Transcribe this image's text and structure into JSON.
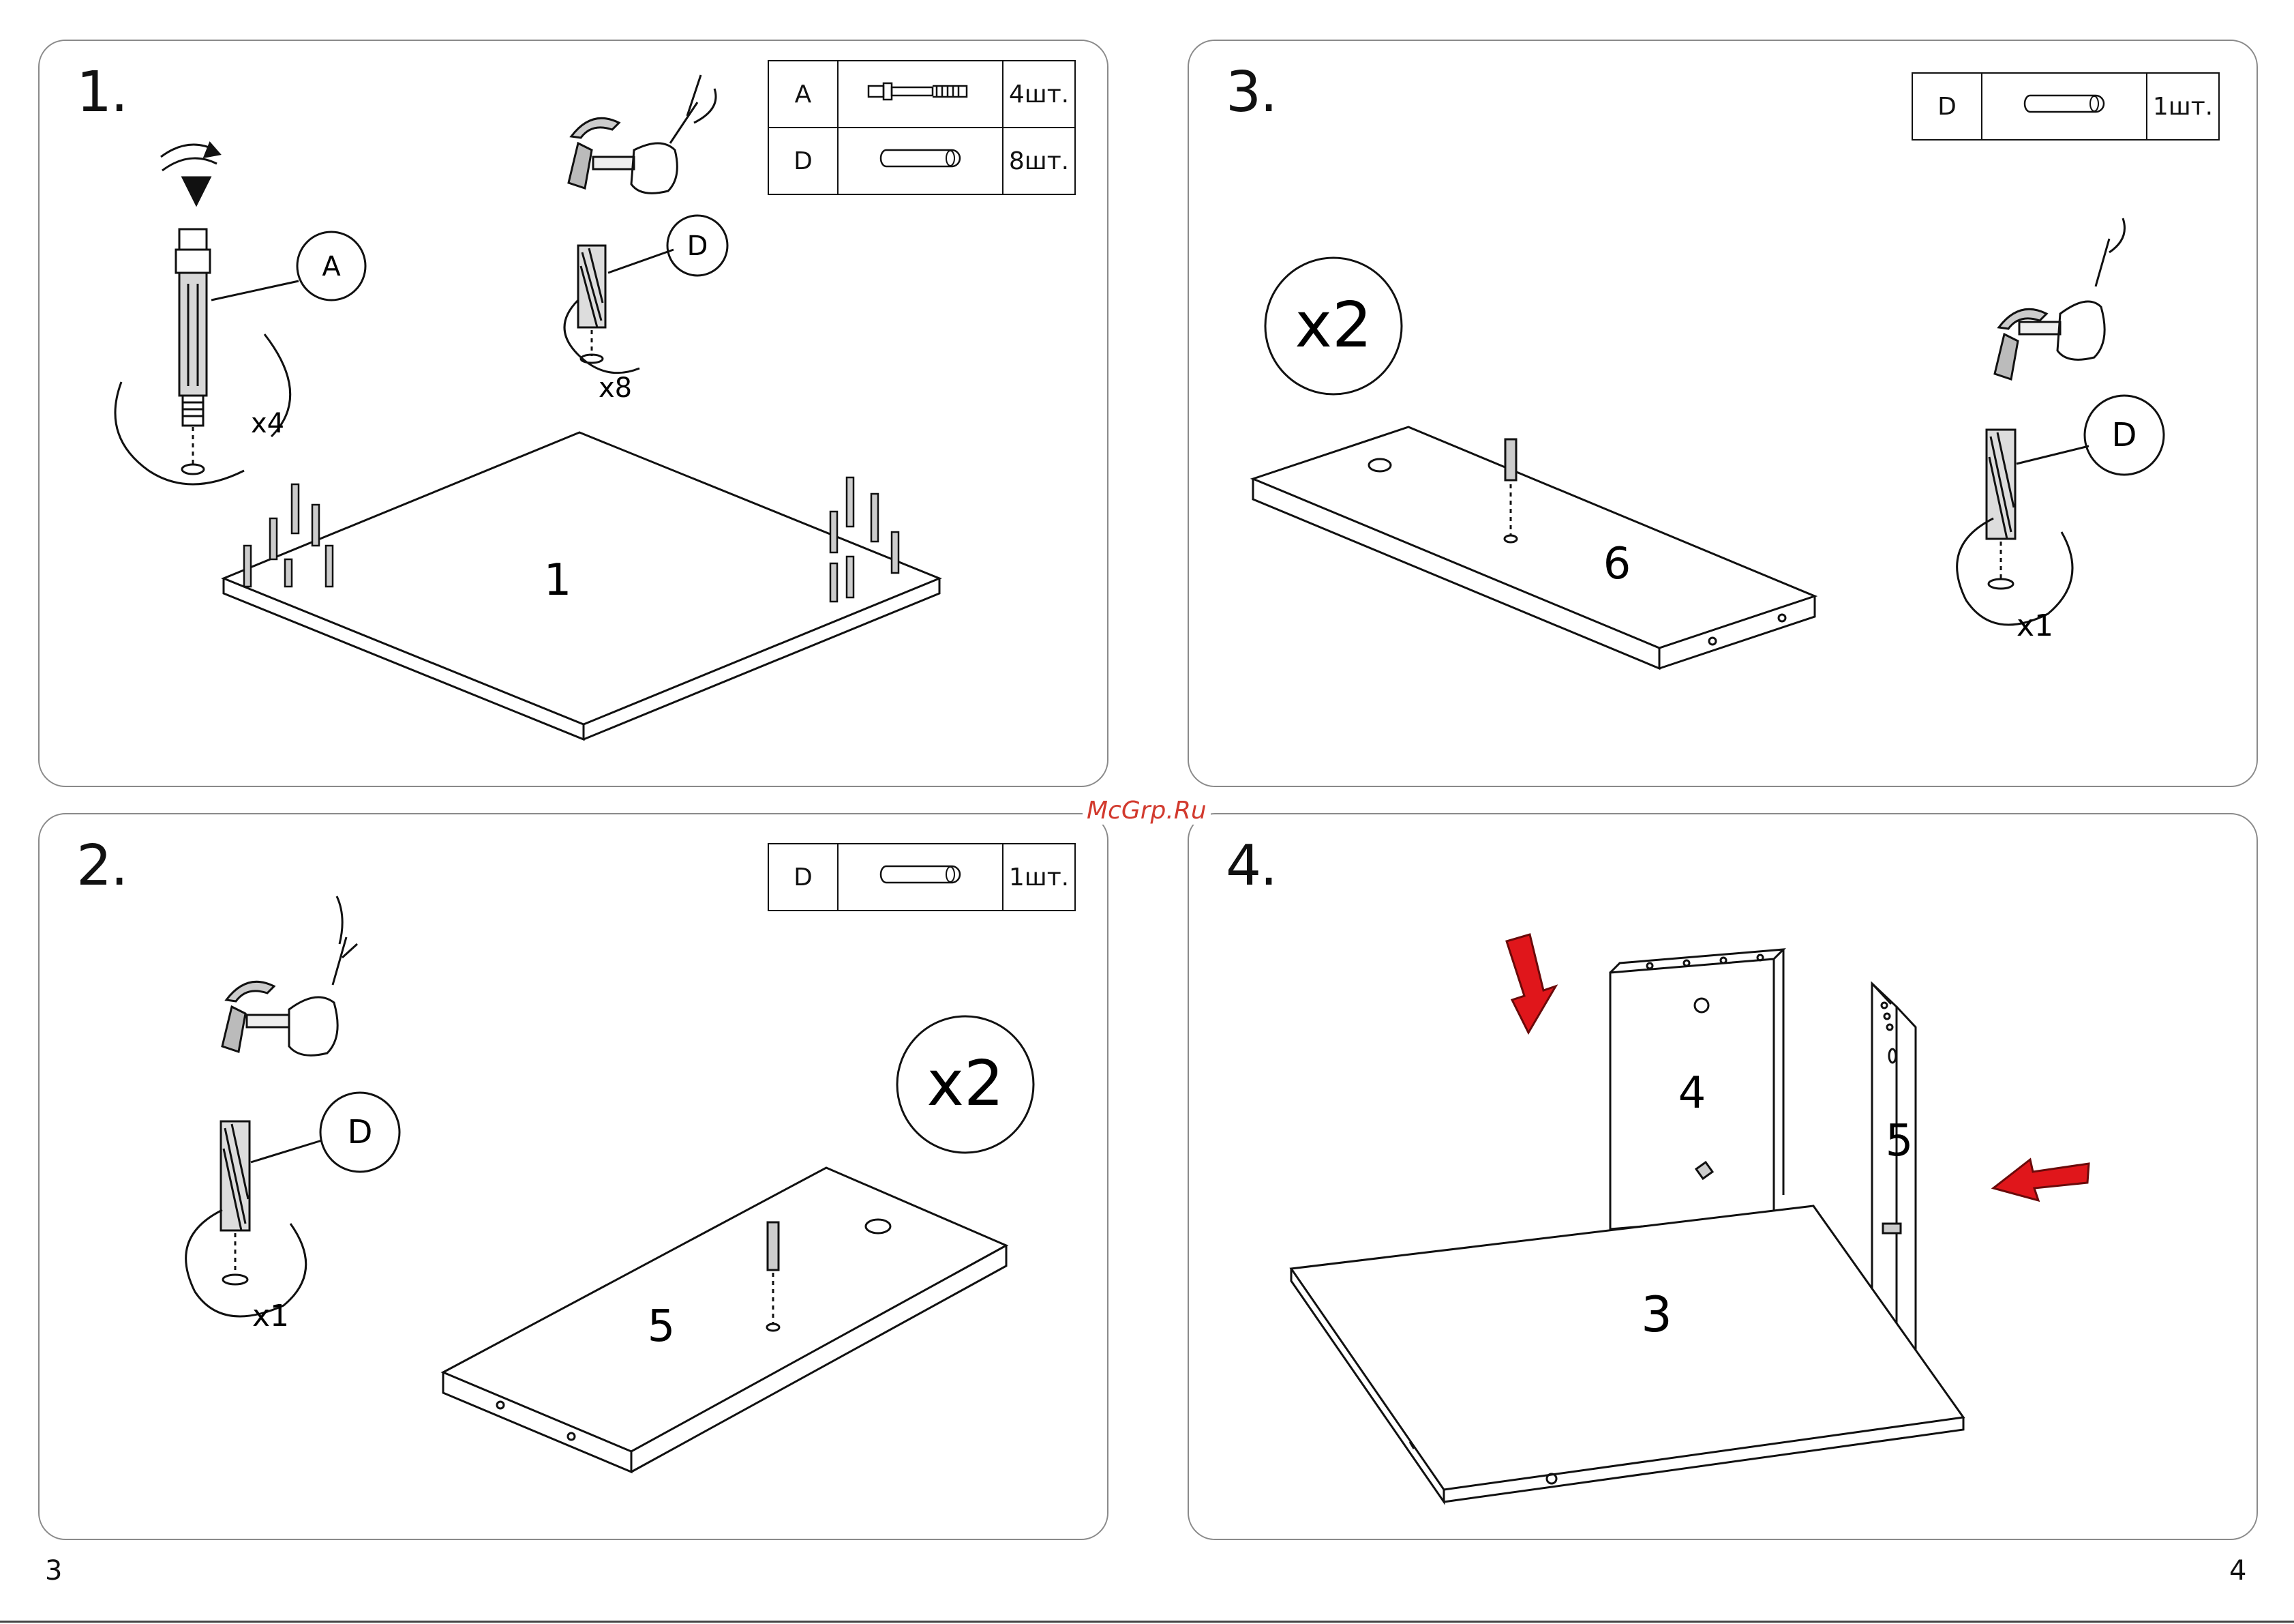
{
  "watermark": "McGrp.Ru",
  "pages": {
    "left": "3",
    "right": "4"
  },
  "steps": [
    {
      "number": "1.",
      "parts": [
        {
          "label": "A",
          "icon": "cam-bolt-icon",
          "qty": "4шт."
        },
        {
          "label": "D",
          "icon": "dowel-icon",
          "qty": "8шт."
        }
      ],
      "callouts": {
        "bolt": "A",
        "dowel": "D"
      },
      "counts": {
        "bolt": "x4",
        "dowel": "x8"
      },
      "panel_number": "1"
    },
    {
      "number": "2.",
      "parts": [
        {
          "label": "D",
          "icon": "dowel-icon",
          "qty": "1шт."
        }
      ],
      "callouts": {
        "dowel": "D"
      },
      "counts": {
        "dowel": "x1",
        "repeat": "x2"
      },
      "panel_number": "5"
    },
    {
      "number": "3.",
      "parts": [
        {
          "label": "D",
          "icon": "dowel-icon",
          "qty": "1шт."
        }
      ],
      "callouts": {
        "dowel": "D"
      },
      "counts": {
        "dowel": "x1",
        "repeat": "x2"
      },
      "panel_number": "6"
    },
    {
      "number": "4.",
      "panel_numbers": {
        "left_side": "4",
        "right_side": "5",
        "bottom": "3"
      },
      "arrow_color": "#e0161b"
    }
  ]
}
